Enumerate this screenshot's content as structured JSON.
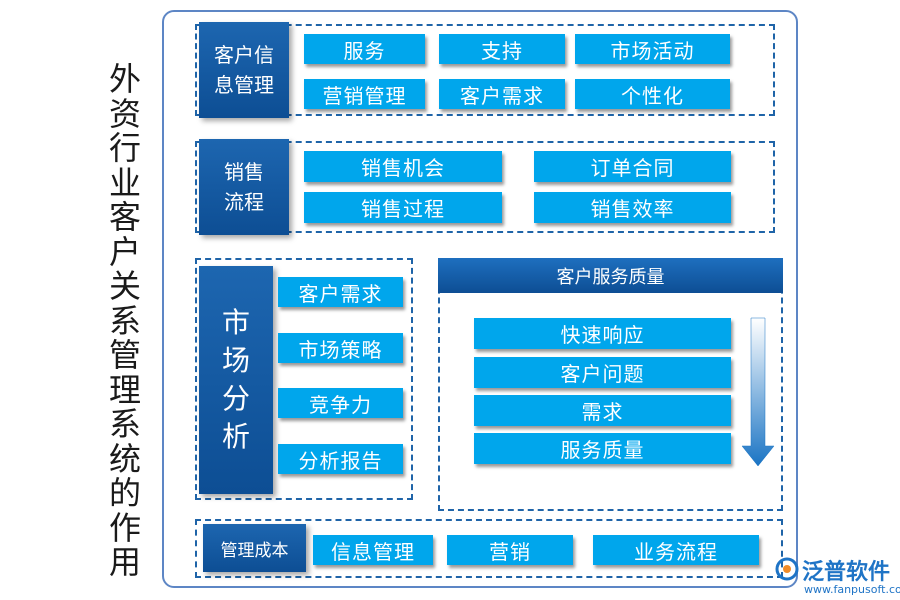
{
  "title": "外资行业客户关系管理系统的作用",
  "customer_info": {
    "label": "客户信息管理",
    "items": [
      "服务",
      "支持",
      "市场活动",
      "营销管理",
      "客户需求",
      "个性化"
    ]
  },
  "sales_process": {
    "label": "销售流程",
    "items": [
      "销售机会",
      "订单合同",
      "销售过程",
      "销售效率"
    ]
  },
  "market_analysis": {
    "label": "市场分析",
    "items": [
      "客户需求",
      "市场策略",
      "竞争力",
      "分析报告"
    ]
  },
  "service_quality": {
    "header": "客户服务质量",
    "items": [
      "快速响应",
      "客户问题",
      "需求",
      "服务质量"
    ]
  },
  "management_cost": {
    "label": "管理成本",
    "items": [
      "信息管理",
      "营销",
      "业务流程"
    ]
  },
  "logo": {
    "name": "泛普软件",
    "url": "www.fanpusoft.com"
  },
  "colors": {
    "button": "#00a6ec",
    "label": "#0d4e94",
    "border": "#1f64a8",
    "frame": "#5d86c5"
  }
}
